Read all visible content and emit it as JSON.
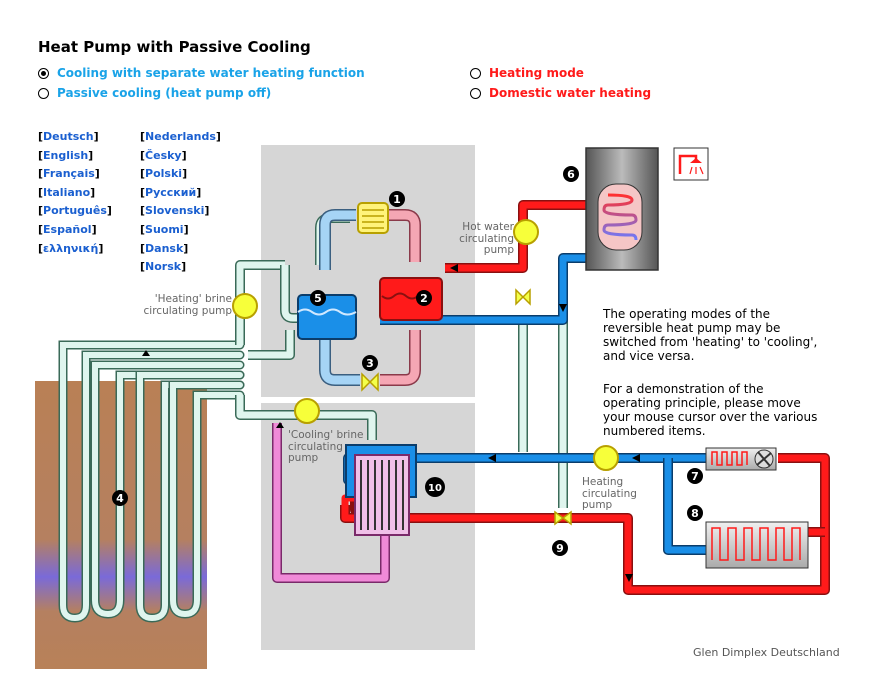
{
  "title": "Heat Pump with Passive Cooling",
  "options": [
    {
      "label": "Cooling with separate water heating function",
      "color": "#1aa3e8",
      "selected": true
    },
    {
      "label": "Passive cooling (heat pump off)",
      "color": "#1aa3e8",
      "selected": false
    },
    {
      "label": "Heating mode",
      "color": "#ff1a1a",
      "selected": false
    },
    {
      "label": "Domestic water heating",
      "color": "#ff1a1a",
      "selected": false
    }
  ],
  "languages_col1": [
    "Deutsch",
    "English",
    "Français",
    "Italiano",
    "Português",
    "Español",
    "ελληνική"
  ],
  "languages_col2": [
    "Nederlands",
    "Česky",
    "Polski",
    "Русский",
    "Slovenski",
    "Suomi",
    "Dansk",
    "Norsk"
  ],
  "notes": {
    "p1": [
      "The operating modes of the",
      "reversible heat pump may be",
      "switched from 'heating' to 'cooling',",
      "and vice versa."
    ],
    "p2": [
      "For a demonstration of the",
      "operating principle, please move",
      "your mouse cursor over the various",
      "numbered items."
    ]
  },
  "labels": {
    "hot_water": [
      "Hot water",
      "circulating",
      "pump"
    ],
    "heating_brine": [
      "'Heating' brine",
      "circulating pump"
    ],
    "cooling_brine": [
      "'Cooling' brine",
      "circulating",
      "pump"
    ],
    "heating_pump": [
      "Heating",
      "circulating",
      "pump"
    ]
  },
  "markers": [
    "1",
    "2",
    "3",
    "4",
    "5",
    "6",
    "7",
    "8",
    "9",
    "10"
  ],
  "credit": "Glen Dimplex Deutschland",
  "colors": {
    "hot": "#ff1a1a",
    "cold": "#1a8fe8",
    "brine": "#dff5ee",
    "pink": "#f08ad8",
    "panel": "#d8d8d8",
    "ground": "#b8825a"
  }
}
